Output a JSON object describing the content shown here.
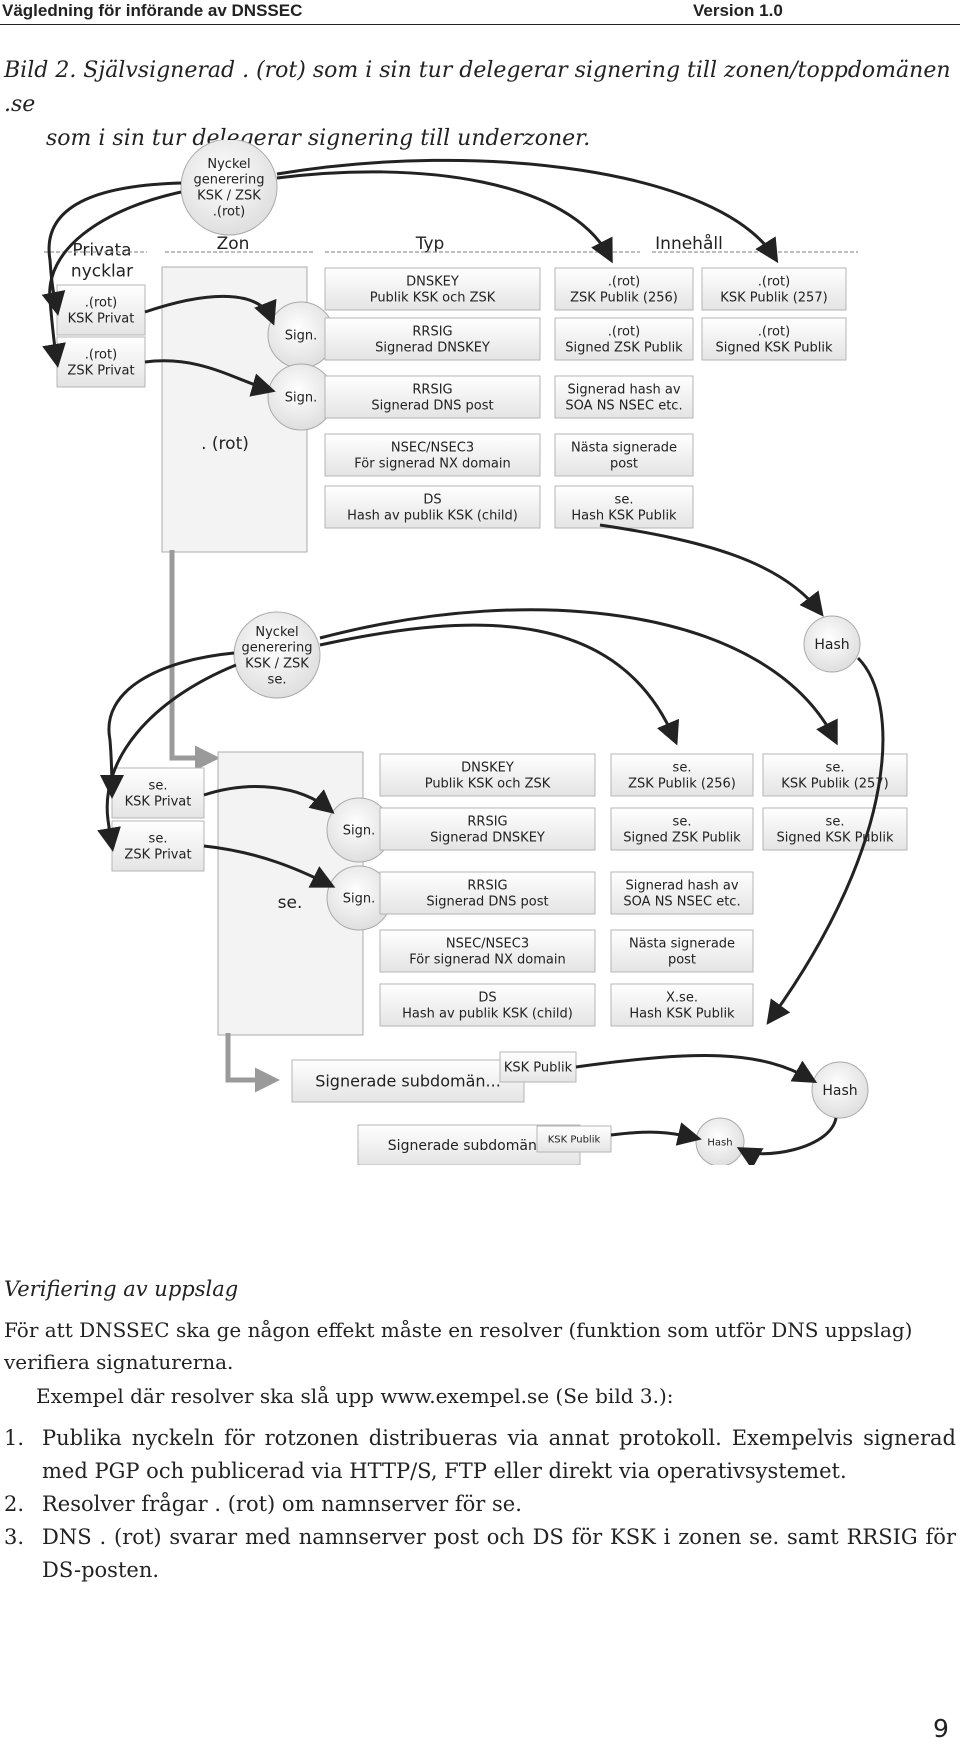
{
  "header": {
    "title": "Vägledning för införande av DNSSEC",
    "version": "Version 1.0"
  },
  "caption": {
    "line1": "Bild 2. Självsignerad . (rot) som i sin tur delegerar signering till zonen/toppdomänen .se",
    "line2": "som i sin tur delegerar signering till underzoner."
  },
  "diagram": {
    "col_private": [
      "Privata",
      "nycklar"
    ],
    "col_zone": "Zon",
    "col_type": "Typ",
    "col_content": "Innehåll",
    "sign": "Sign.",
    "top": {
      "keygen": [
        "Nyckel",
        "generering",
        "KSK / ZSK",
        ".(rot)"
      ],
      "zone_label": ". (rot)",
      "private_keys": [
        [
          ".(rot)",
          "KSK Privat"
        ],
        [
          ".(rot)",
          "ZSK Privat"
        ]
      ],
      "types": [
        [
          "DNSKEY",
          "Publik KSK och ZSK"
        ],
        [
          "RRSIG",
          "Signerad DNSKEY"
        ],
        [
          "RRSIG",
          "Signerad DNS post"
        ],
        [
          "NSEC/NSEC3",
          "För signerad NX domain"
        ],
        [
          "DS",
          "Hash av publik KSK (child)"
        ]
      ],
      "contents": [
        [
          ".(rot)",
          "ZSK Publik (256)"
        ],
        [
          ".(rot)",
          "Signed ZSK Publik"
        ],
        [
          "Signerad hash av",
          "SOA NS NSEC etc."
        ],
        [
          "Nästa signerade",
          "post"
        ],
        [
          "se.",
          "Hash KSK Publik"
        ]
      ],
      "contents2": [
        [
          ".(rot)",
          "KSK Publik (257)"
        ],
        [
          ".(rot)",
          "Signed KSK Publik"
        ]
      ]
    },
    "bottom": {
      "keygen": [
        "Nyckel",
        "generering",
        "KSK / ZSK",
        "se."
      ],
      "hash": "Hash",
      "zone_label": "se.",
      "private_keys": [
        [
          "se.",
          "KSK Privat"
        ],
        [
          "se.",
          "ZSK Privat"
        ]
      ],
      "types": [
        [
          "DNSKEY",
          "Publik KSK och ZSK"
        ],
        [
          "RRSIG",
          "Signerad DNSKEY"
        ],
        [
          "RRSIG",
          "Signerad DNS post"
        ],
        [
          "NSEC/NSEC3",
          "För signerad NX domain"
        ],
        [
          "DS",
          "Hash av publik KSK (child)"
        ]
      ],
      "contents": [
        [
          "se.",
          "ZSK Publik (256)"
        ],
        [
          "se.",
          "Signed ZSK Publik"
        ],
        [
          "Signerad hash av",
          "SOA NS NSEC etc."
        ],
        [
          "Nästa signerade",
          "post"
        ],
        [
          "X.se.",
          "Hash KSK Publik"
        ]
      ],
      "contents2": [
        [
          "se.",
          "KSK Publik (257)"
        ],
        [
          "se.",
          "Signed KSK Publik"
        ]
      ]
    },
    "subdomains": [
      {
        "label": "Signerade subdomän...",
        "ksk": "KSK Publik",
        "hash": "Hash"
      },
      {
        "label": "Signerade subdomän...",
        "ksk": "KSK Publik",
        "hash": "Hash"
      }
    ]
  },
  "section": {
    "heading": "Verifiering av uppslag",
    "para": "För att DNSSEC ska ge någon effekt måste en resolver (funktion som utför DNS uppslag) verifiera signaturerna.",
    "example": "Exempel där resolver ska slå upp www.exempel.se (Se bild 3.):",
    "list": [
      {
        "num": "1.",
        "text": "Publika nyckeln för rotzonen distribueras via annat protokoll. Exempelvis signerad med PGP och publicerad via HTTP/S, FTP eller direkt via operativsystemet."
      },
      {
        "num": "2.",
        "text": "Resolver frågar . (rot) om namnserver för se."
      },
      {
        "num": "3.",
        "text": "DNS . (rot) svarar med namnserver post och DS för KSK i zonen se. samt RRSIG för DS-posten."
      }
    ]
  },
  "page_number": "9"
}
